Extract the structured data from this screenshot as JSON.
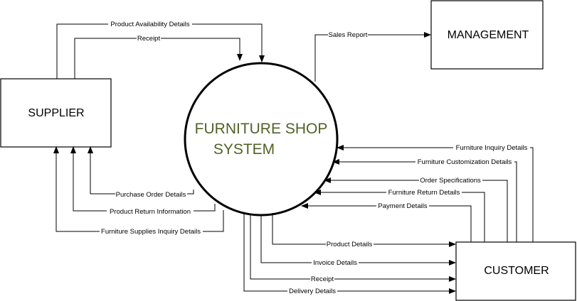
{
  "diagram": {
    "system": {
      "line1": "FURNITURE SHOP",
      "line2": "SYSTEM",
      "color": "#4f6228"
    },
    "entities": {
      "supplier": "SUPPLIER",
      "management": "MANAGEMENT",
      "customer": "CUSTOMER"
    },
    "flows": {
      "product_availability": "Product Availability Details",
      "receipt_top": "Receipt",
      "sales_report": "Sales Report",
      "purchase_order": "Purchase Order Details",
      "product_return": "Product Return Information",
      "supplies_inquiry": "Furniture Supplies Inquiry Details",
      "inquiry": "Furniture Inquiry Details",
      "customization": "Furniture Customization Details",
      "order_spec": "Order Specifications",
      "return_details": "Furniture Return Details",
      "payment": "Payment Details",
      "product_details": "Product Details",
      "invoice": "Invoice Details",
      "receipt_bottom": "Receipt",
      "delivery": "Delivery Details"
    }
  }
}
